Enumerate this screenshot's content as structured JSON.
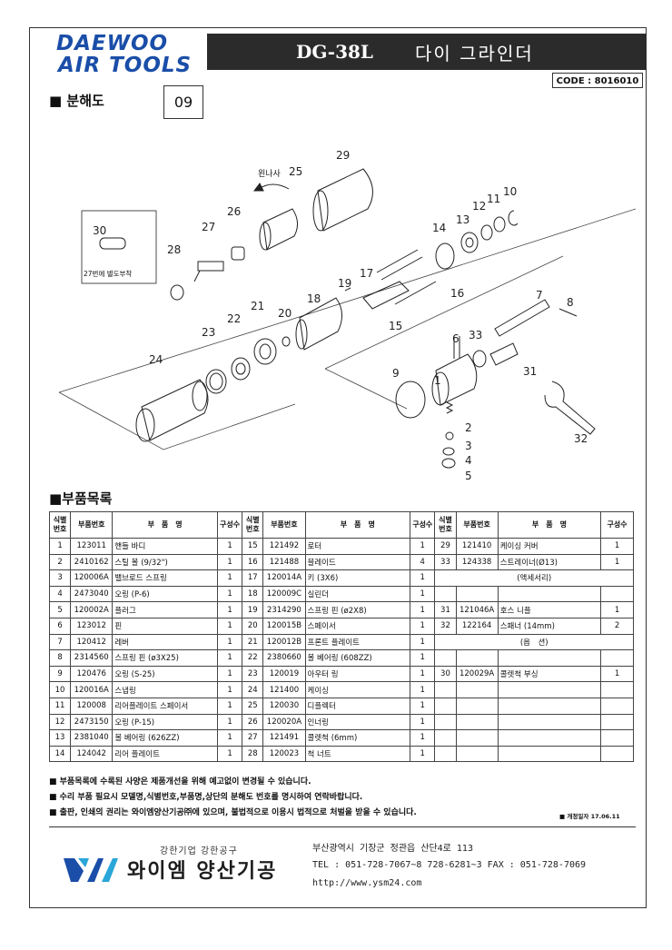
{
  "header": {
    "logo_line1": "DAEWOO",
    "logo_line2": "AIR TOOLS",
    "model": "DG-38L",
    "product_name": "다이 그라인더",
    "code": "CODE : 8016010"
  },
  "exploded_view": {
    "section_title": "■ 분해도",
    "page_no": "09",
    "rotation_label": "왼나사",
    "inset_note": "27번에 별도부착",
    "labels": [
      "1",
      "2",
      "3",
      "4",
      "5",
      "6",
      "7",
      "8",
      "9",
      "10",
      "11",
      "12",
      "13",
      "14",
      "15",
      "16",
      "17",
      "18",
      "19",
      "20",
      "21",
      "22",
      "23",
      "24",
      "25",
      "26",
      "27",
      "28",
      "29",
      "30",
      "31",
      "32",
      "33"
    ]
  },
  "parts_list": {
    "section_title": "■부품목록",
    "headers": [
      "식별\n번호",
      "부품번호",
      "부　품　명",
      "구성수"
    ],
    "col1": [
      [
        "1",
        "123011",
        "핸들 바디",
        "1"
      ],
      [
        "2",
        "2410162",
        "스틸 볼 (9/32\")",
        "1"
      ],
      [
        "3",
        "120006A",
        "밸브로드 스프링",
        "1"
      ],
      [
        "4",
        "2473040",
        "오링 (P-6)",
        "1"
      ],
      [
        "5",
        "120002A",
        "플러그",
        "1"
      ],
      [
        "6",
        "123012",
        "핀",
        "1"
      ],
      [
        "7",
        "120412",
        "레버",
        "1"
      ],
      [
        "8",
        "2314560",
        "스프링 핀 (ø3X25)",
        "1"
      ],
      [
        "9",
        "120476",
        "오링 (S-25)",
        "1"
      ],
      [
        "10",
        "120016A",
        "스냅링",
        "1"
      ],
      [
        "11",
        "120008",
        "리어플레이트 스페이서",
        "1"
      ],
      [
        "12",
        "2473150",
        "오링 (P-15)",
        "1"
      ],
      [
        "13",
        "2381040",
        "볼 베어링 (626ZZ)",
        "1"
      ],
      [
        "14",
        "124042",
        "리어 플레이트",
        "1"
      ]
    ],
    "col2": [
      [
        "15",
        "121492",
        "로터",
        "1"
      ],
      [
        "16",
        "121488",
        "블레이드",
        "4"
      ],
      [
        "17",
        "120014A",
        "키 (3X6)",
        "1"
      ],
      [
        "18",
        "120009C",
        "실린더",
        "1"
      ],
      [
        "19",
        "2314290",
        "스프링 핀 (ø2X8)",
        "1"
      ],
      [
        "20",
        "120015B",
        "스페이서",
        "1"
      ],
      [
        "21",
        "120012B",
        "프론트 플레이트",
        "1"
      ],
      [
        "22",
        "2380660",
        "볼 베어링 (608ZZ)",
        "1"
      ],
      [
        "23",
        "120019",
        "아우터 링",
        "1"
      ],
      [
        "24",
        "121400",
        "케이싱",
        "1"
      ],
      [
        "25",
        "120030",
        "디플렉터",
        "1"
      ],
      [
        "26",
        "120020A",
        "인너링",
        "1"
      ],
      [
        "27",
        "121491",
        "콜렛척 (6mm)",
        "1"
      ],
      [
        "28",
        "120023",
        "척 너트",
        "1"
      ]
    ],
    "col3": [
      {
        "type": "row",
        "cells": [
          "29",
          "121410",
          "케이싱 커버",
          "1"
        ]
      },
      {
        "type": "row",
        "cells": [
          "33",
          "124338",
          "스트레이너(Ø13)",
          "1"
        ]
      },
      {
        "type": "span",
        "text": "(액세서리)"
      },
      {
        "type": "row",
        "cells": [
          "",
          "",
          "",
          ""
        ]
      },
      {
        "type": "row",
        "cells": [
          "31",
          "121046A",
          "호스 니플",
          "1"
        ]
      },
      {
        "type": "row",
        "cells": [
          "32",
          "122164",
          "스패너 (14mm)",
          "2"
        ]
      },
      {
        "type": "span",
        "text": "(옵　션)"
      },
      {
        "type": "row",
        "cells": [
          "",
          "",
          "",
          ""
        ]
      },
      {
        "type": "row",
        "cells": [
          "30",
          "120029A",
          "콜렛척 부싱",
          "1"
        ]
      },
      {
        "type": "row",
        "cells": [
          "",
          "",
          "",
          ""
        ]
      },
      {
        "type": "row",
        "cells": [
          "",
          "",
          "",
          ""
        ]
      },
      {
        "type": "row",
        "cells": [
          "",
          "",
          "",
          ""
        ]
      },
      {
        "type": "row",
        "cells": [
          "",
          "",
          "",
          ""
        ]
      },
      {
        "type": "row",
        "cells": [
          "",
          "",
          "",
          ""
        ]
      }
    ]
  },
  "notes": [
    "■ 부품목록에 수록된 사양은 제품개선을 위해 예고없이 변경될 수 있습니다.",
    "■ 수리 부품 필요시 모델명,식별번호,부품명,상단의 분해도 번호를 명시하여 연락바랍니다.",
    "■ 출판, 인쇄의 권리는 와이엠양산기공㈜에 있으며, 불법적으로 이용시 법적으로 처벌을 받을 수 있습니다."
  ],
  "revision_date": "■ 개정일자 17.06.11",
  "footer": {
    "subtitle": "강한기업 강한공구",
    "company": "와이엠 양산기공",
    "address": "부산광역시 기장군 정관읍 산단4로 113",
    "phone": "TEL : 051-728-7067~8  728-6281~3  FAX : 051-728-7069",
    "website": "http://www.ysm24.com",
    "brand_color": "#1a4ea8",
    "accent_color": "#2aa6d8"
  }
}
